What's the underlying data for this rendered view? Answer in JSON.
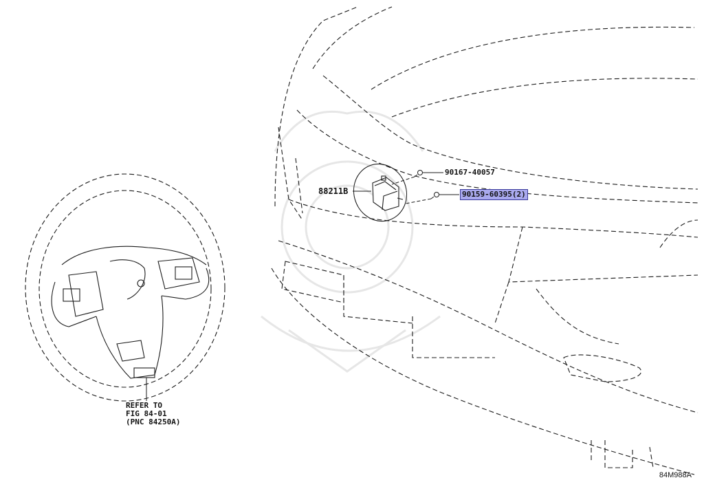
{
  "parts": {
    "sensor": "88211B",
    "bolt_upper": "90167-40057",
    "bolt_lower": "90159-60395(2)"
  },
  "refer_note": [
    "REFER TO",
    "FIG 84-01",
    "(PNC 84250A)"
  ],
  "figure_id": "84M988A",
  "colors": {
    "highlight": "#a9a9ee",
    "highlight_border": "#3a3a9a",
    "line": "#1a1a1a",
    "watermark": "#e6e6e6"
  }
}
